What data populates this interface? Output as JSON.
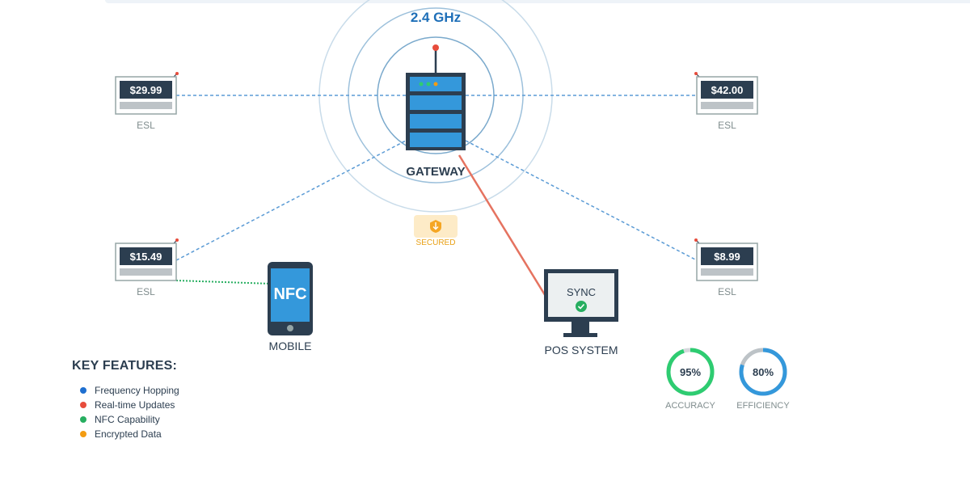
{
  "colors": {
    "wave": "#b8cfe2",
    "link_dashed": "#5b9bd5",
    "link_nfc": "#27ae60",
    "link_pos": "#e74c3c",
    "dark": "#2c3e50",
    "blue": "#3498db",
    "secured": "#f5a623"
  },
  "gateway": {
    "frequency": "2.4 GHz",
    "label": "GATEWAY",
    "badge_icon": "shield-lock-icon",
    "badge_label": "SECURED"
  },
  "esls": [
    {
      "price": "$29.99",
      "label": "ESL"
    },
    {
      "price": "$42.00",
      "label": "ESL"
    },
    {
      "price": "$15.49",
      "label": "ESL"
    },
    {
      "price": "$8.99",
      "label": "ESL"
    }
  ],
  "mobile": {
    "screen_text": "NFC",
    "label": "MOBILE"
  },
  "pos": {
    "screen_text": "SYNC",
    "status_icon": "check-circle-icon",
    "label": "POS SYSTEM"
  },
  "metrics": [
    {
      "value": "95%",
      "fraction": 0.95,
      "label": "ACCURACY",
      "color": "#2ecc71"
    },
    {
      "value": "80%",
      "fraction": 0.8,
      "label": "EFFICIENCY",
      "color": "#3498db"
    }
  ],
  "features": {
    "title": "KEY FEATURES:",
    "items": [
      {
        "label": "Frequency Hopping",
        "color": "#1e6fd0"
      },
      {
        "label": "Real-time Updates",
        "color": "#e74c3c"
      },
      {
        "label": "NFC Capability",
        "color": "#27ae60"
      },
      {
        "label": "Encrypted Data",
        "color": "#f39c12"
      }
    ]
  }
}
